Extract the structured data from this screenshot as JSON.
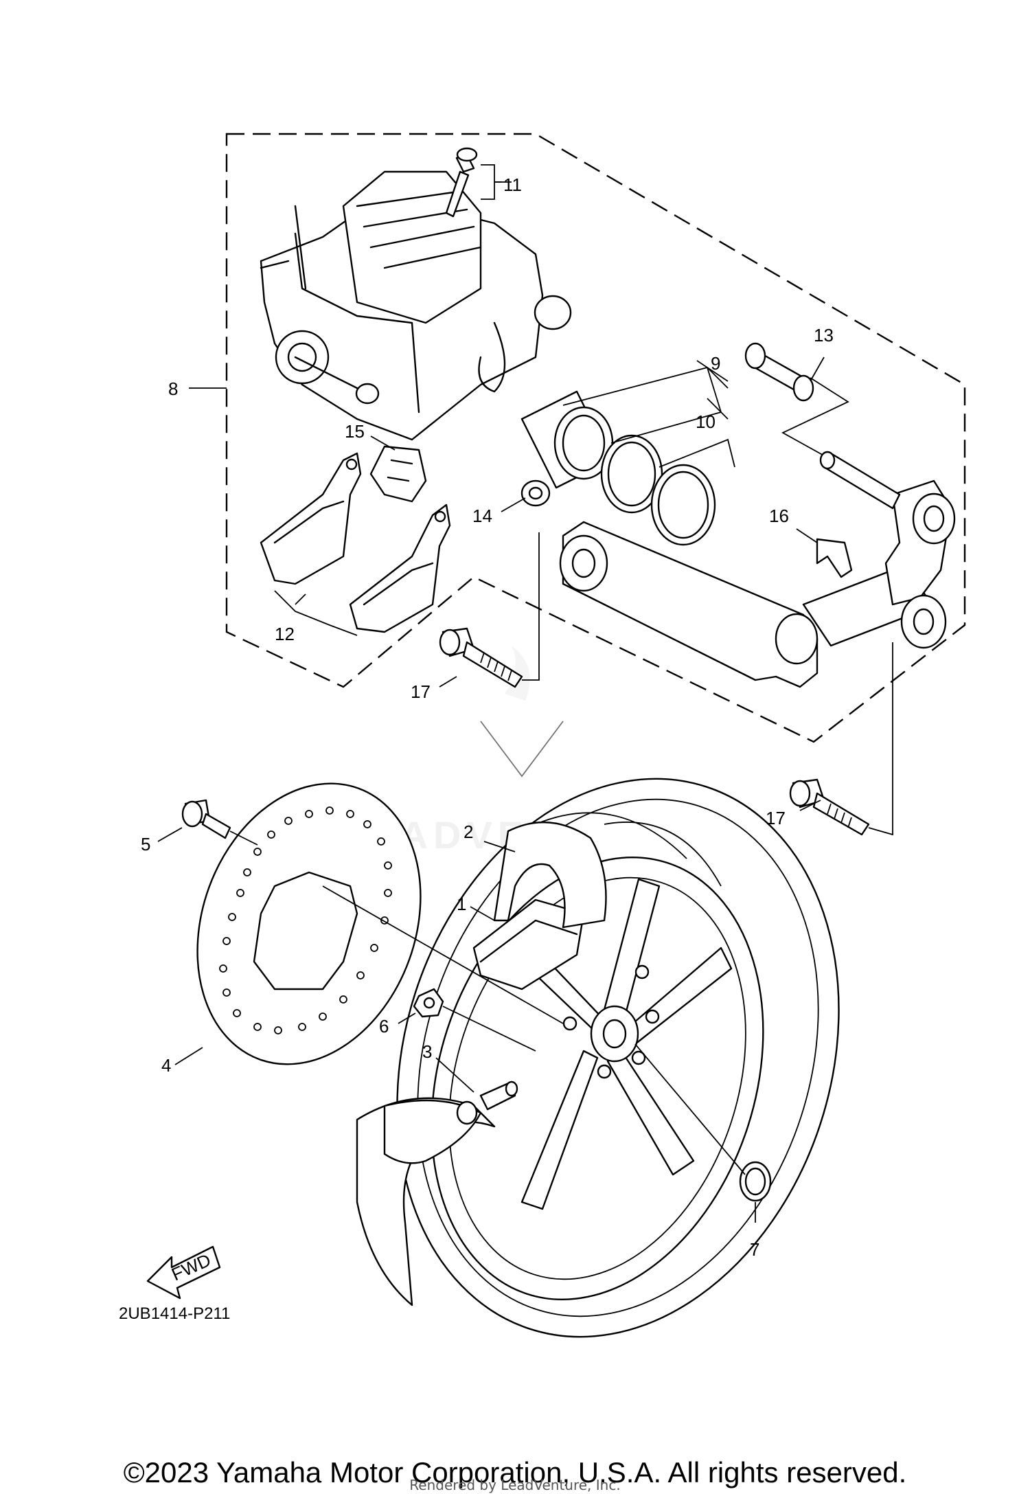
{
  "diagram_code": "2UB1414-P211",
  "fwd_label": "FWD",
  "watermark": "LEADVENTURE",
  "copyright": "©2023 Yamaha Motor Corporation, U.S.A. All rights reserved.",
  "rendered_by": "Rendered by LeadVenture, Inc.",
  "callouts": [
    "1",
    "2",
    "3",
    "4",
    "5",
    "6",
    "7",
    "8",
    "9",
    "10",
    "11",
    "12",
    "13",
    "14",
    "15",
    "16",
    "17",
    "17"
  ]
}
